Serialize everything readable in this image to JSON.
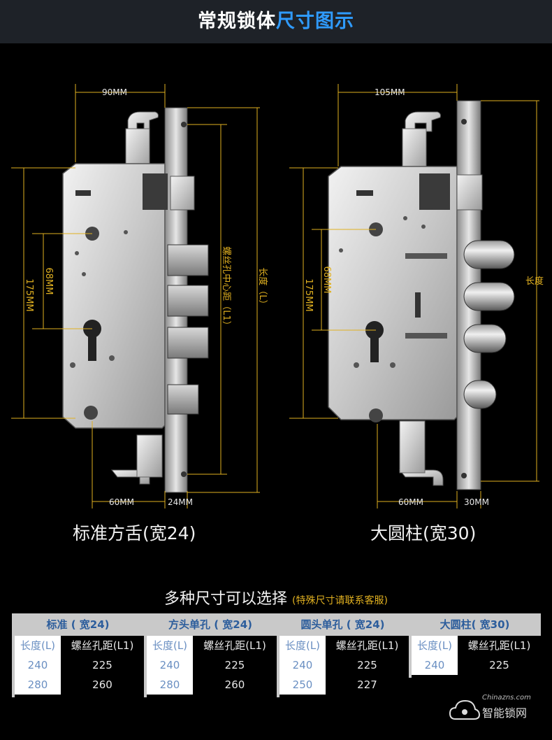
{
  "header": {
    "title_a": "常规锁体",
    "title_b": "尺寸图示"
  },
  "left_lock": {
    "caption": "标准方舌(宽24)",
    "dim_width": "90MM",
    "dim_height": "175MM",
    "dim_center": "68MM",
    "dim_hole": "螺丝孔中心距（L1）",
    "dim_length": "长度（L）",
    "dim_bottom_left": "60MM",
    "dim_bottom_right": "24MM"
  },
  "right_lock": {
    "caption": "大圆柱(宽30)",
    "dim_width": "105MM",
    "dim_height": "175MM",
    "dim_center": "68MM",
    "dim_length": "长度",
    "dim_bottom_left": "60MM",
    "dim_bottom_right": "30MM"
  },
  "subtitle": {
    "main": "多种尺寸可以选择",
    "note": "(特殊尺寸请联系客服)"
  },
  "table": {
    "groups": [
      {
        "title": "标准 ( 宽24)",
        "col_l": "长度(L)",
        "col_l1": "螺丝孔距(L1)",
        "rows": [
          [
            "240",
            "225"
          ],
          [
            "280",
            "260"
          ]
        ]
      },
      {
        "title": "方头单孔 ( 宽24)",
        "col_l": "长度(L)",
        "col_l1": "螺丝孔距(L1)",
        "rows": [
          [
            "240",
            "225"
          ],
          [
            "280",
            "260"
          ]
        ]
      },
      {
        "title": "圆头单孔 ( 宽24)",
        "col_l": "长度(L)",
        "col_l1": "螺丝孔距(L1)",
        "rows": [
          [
            "240",
            "225"
          ],
          [
            "250",
            "227"
          ]
        ]
      },
      {
        "title": "大圆柱( 宽30)",
        "col_l": "长度(L)",
        "col_l1": "螺丝孔距(L1)",
        "rows": [
          [
            "240",
            "225"
          ]
        ]
      }
    ]
  },
  "watermark": {
    "small": "Chinazns.com",
    "big": "智能锁网"
  }
}
